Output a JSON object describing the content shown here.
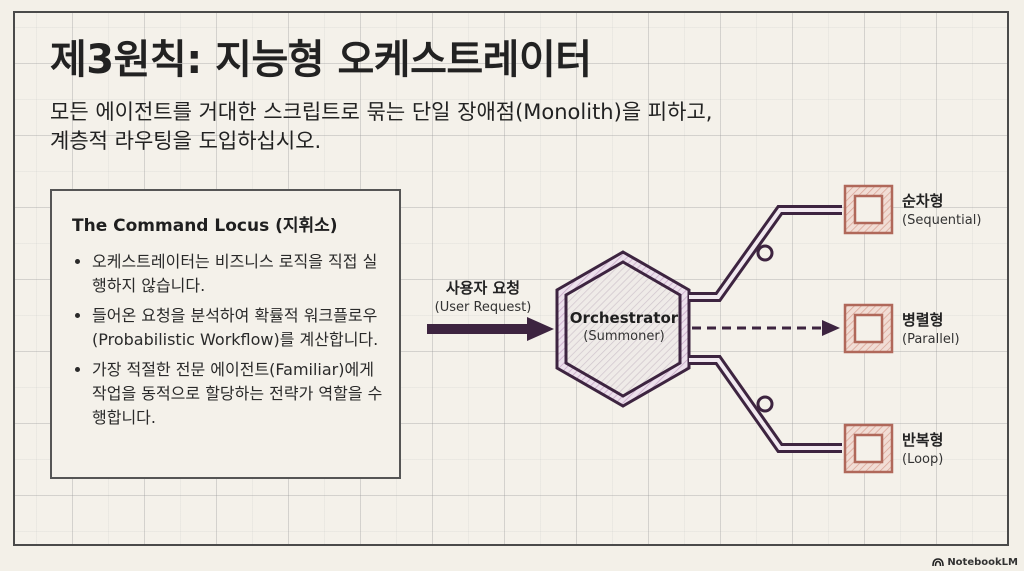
{
  "header": {
    "title": "제3원칙: 지능형 오케스트레이터",
    "subtitle_line1": "모든 에이전트를 거대한 스크립트로 묶는 단일 장애점(Monolith)을 피하고,",
    "subtitle_line2": "계층적 라우팅을 도입하십시오."
  },
  "command_locus": {
    "heading": "The Command Locus (지휘소)",
    "bullets": [
      "오케스트레이터는 비즈니스 로직을 직접 실행하지 않습니다.",
      "들어온 요청을 분석하여 확률적 워크플로우(Probabilistic Workflow)를 계산합니다.",
      "가장 적절한 전문 에이전트(Familiar)에게 작업을 동적으로 할당하는 전략가 역할을 수행합니다."
    ]
  },
  "diagram": {
    "input": {
      "label_ko": "사용자 요청",
      "label_en": "(User Request)"
    },
    "orchestrator": {
      "label": "Orchestrator",
      "sublabel": "(Summoner)"
    },
    "targets": [
      {
        "label_ko": "순차형",
        "label_en": "(Sequential)"
      },
      {
        "label_ko": "병렬형",
        "label_en": "(Parallel)"
      },
      {
        "label_ko": "반복형",
        "label_en": "(Loop)"
      }
    ],
    "colors": {
      "primary": "#3d2440",
      "primary_light": "#e6d8e6",
      "target_border": "#b0685a",
      "target_fill": "#efd9d2"
    }
  },
  "watermark": {
    "icon": "notebooklm-logo-icon",
    "text": "NotebookLM"
  }
}
